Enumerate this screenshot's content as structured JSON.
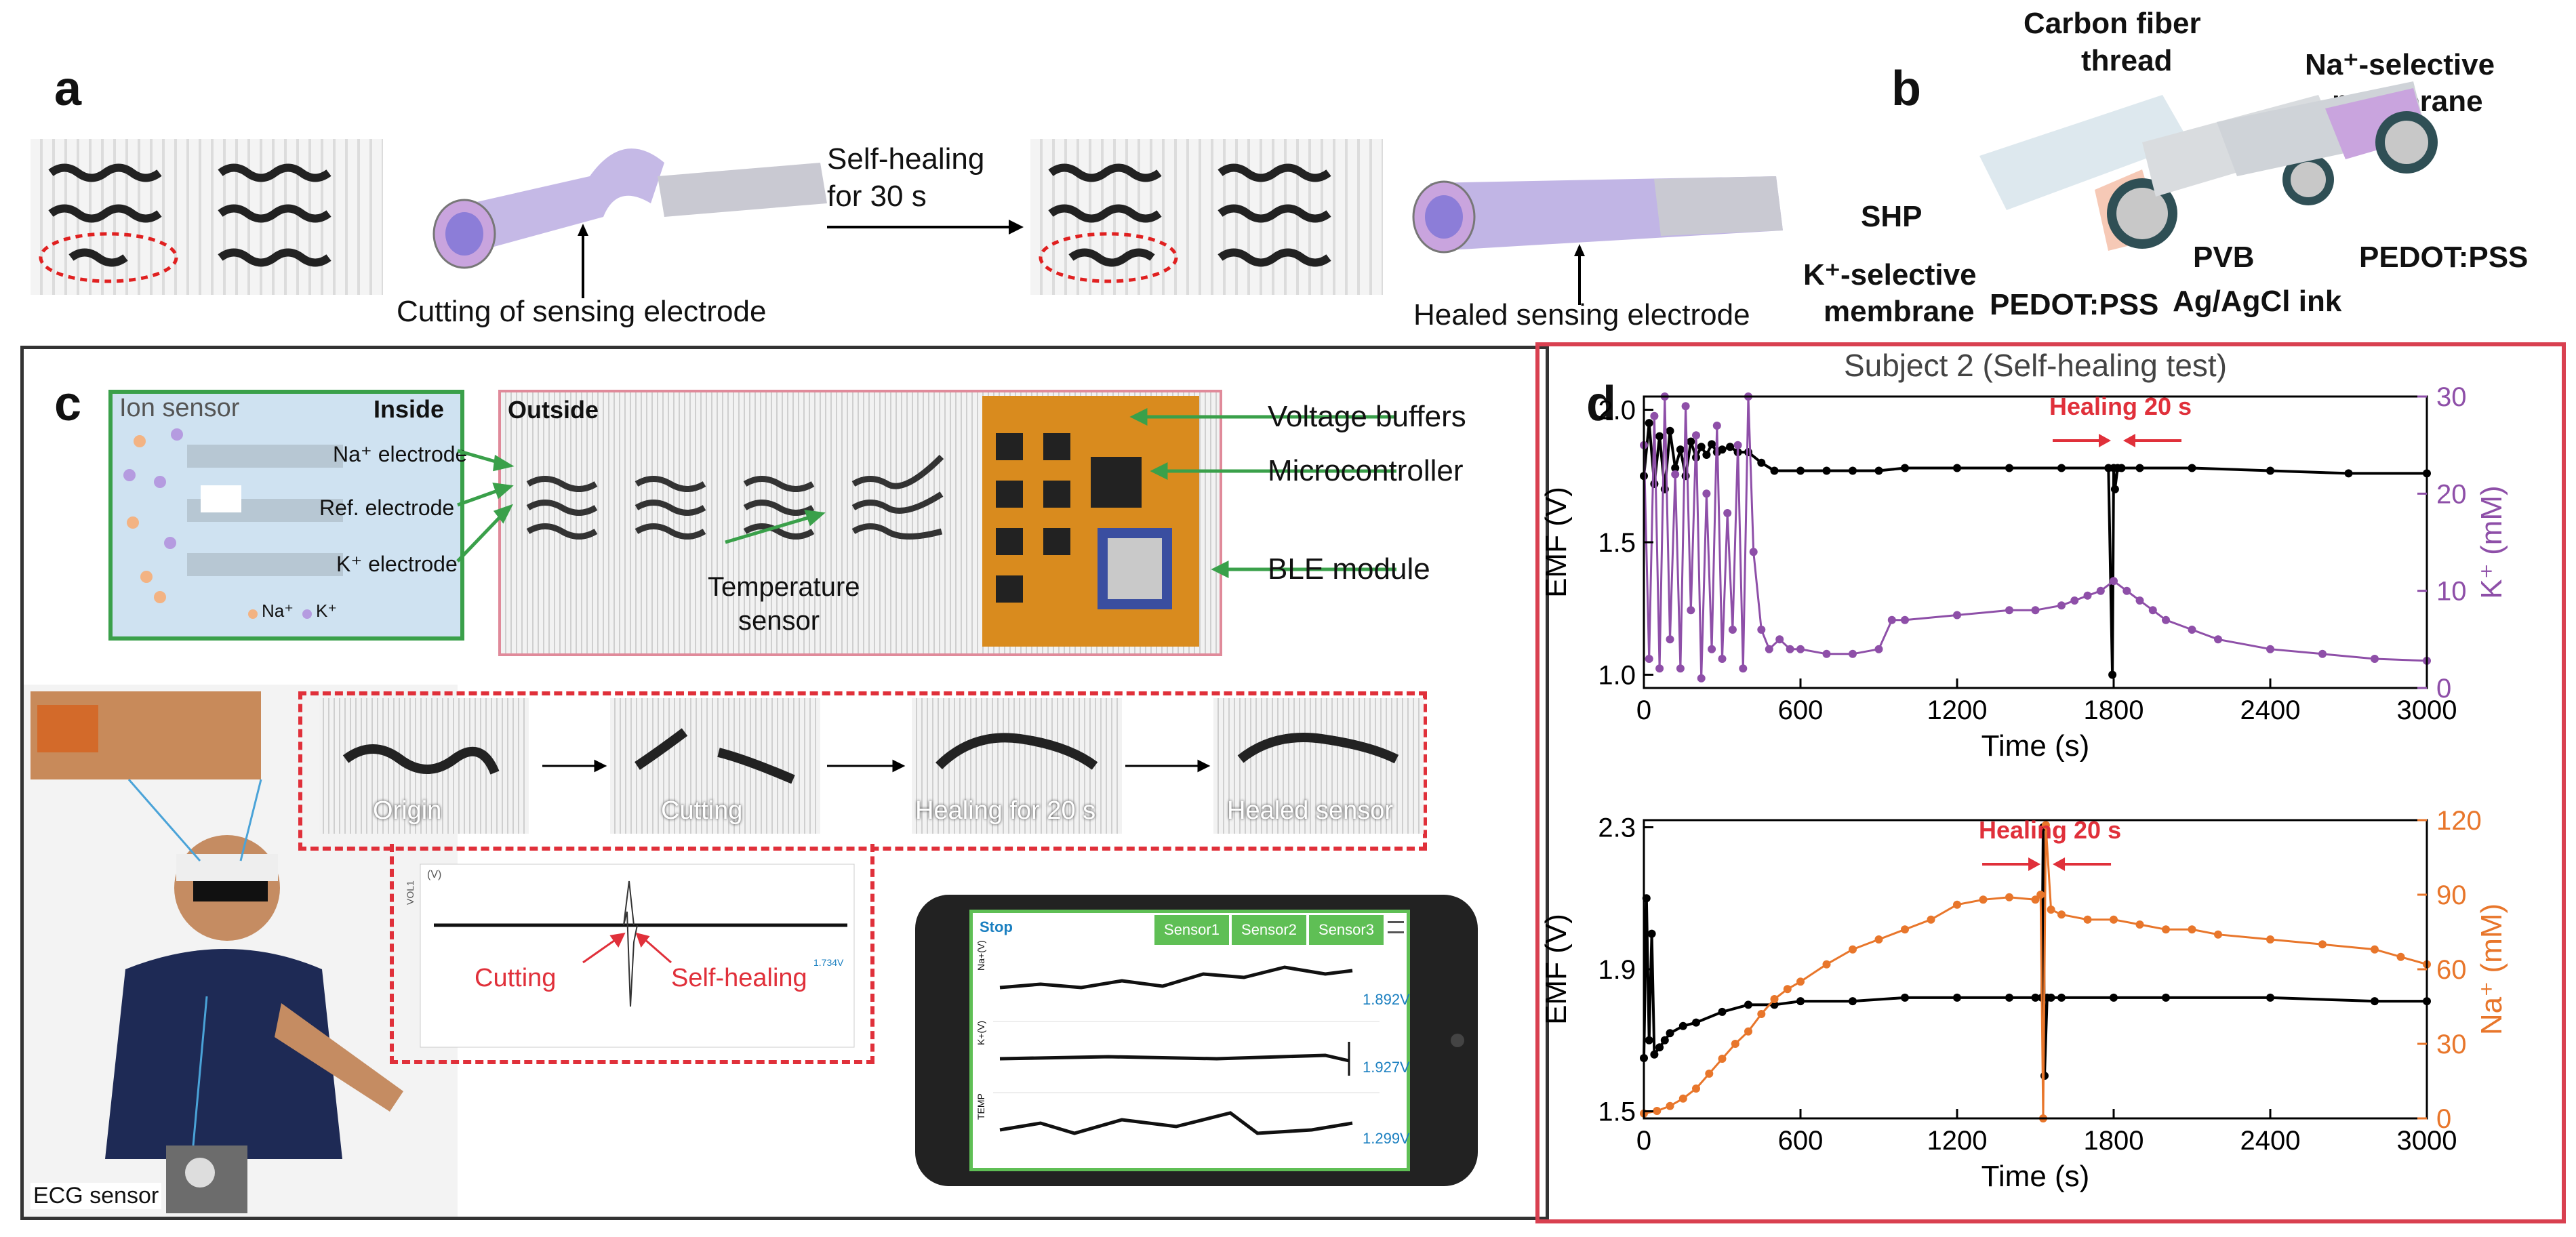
{
  "panel_a": {
    "label": "a",
    "caption_cut": "Cutting of sensing electrode",
    "arrow_text_line1": "Self-healing",
    "arrow_text_line2": "for 30 s",
    "caption_healed": "Healed sensing electrode"
  },
  "panel_b": {
    "label": "b",
    "carbon_line1": "Carbon fiber",
    "carbon_line2": "thread",
    "na_line1": "Na⁺-selective",
    "na_line2": "membrane",
    "shp": "SHP",
    "k_line1": "K⁺-selective",
    "k_line2": "membrane",
    "pedot1": "PEDOT:PSS",
    "pvb": "PVB",
    "agcl": "Ag/AgCl ink",
    "pedot2": "PEDOT:PSS"
  },
  "panel_c": {
    "label": "c",
    "ion_sensor": "Ion sensor",
    "inside": "Inside",
    "outside": "Outside",
    "na_electrode": "Na⁺ electrode",
    "ref_electrode": "Ref. electrode",
    "k_electrode": "K⁺ electrode",
    "legend_na": "Na⁺",
    "legend_k": "K⁺",
    "voltage_buffers": "Voltage buffers",
    "microcontroller": "Microcontroller",
    "ble_module": "BLE module",
    "temp_line1": "Temperature",
    "temp_line2": "sensor",
    "steps": [
      "Origin",
      "Cutting",
      "Healing for 20 s",
      "Healed sensor"
    ],
    "inset_axis": "VOL1",
    "inset_unit": "(V)",
    "inset_cutting": "Cutting",
    "inset_healing": "Self-healing",
    "inset_value": "1.734V",
    "ecg": "ECG sensor",
    "phone": {
      "stop": "Stop",
      "sensors": [
        "Sensor1",
        "Sensor2",
        "Sensor3"
      ],
      "rows": [
        {
          "label": "Na+(V)",
          "value": "1.892V"
        },
        {
          "label": "K+(V)",
          "value": "1.927V"
        },
        {
          "label": "TEMP",
          "value": "1.299V"
        }
      ]
    }
  },
  "panel_d": {
    "label": "d"
  },
  "chart_data": [
    {
      "type": "line",
      "title": "Subject 2 (Self-healing test)",
      "xlabel": "Time (s)",
      "ylabel": "EMF (V)",
      "y2label": "K⁺ (mM)",
      "xlim": [
        0,
        3000
      ],
      "ylim": [
        0.95,
        2.05
      ],
      "y2lim": [
        0,
        30
      ],
      "xticks": [
        0,
        600,
        1200,
        1800,
        2400,
        3000
      ],
      "yticks": [
        1.0,
        1.5,
        2.0
      ],
      "y2ticks": [
        0,
        10,
        20,
        30
      ],
      "annotation": "Healing 20 s",
      "annotation_x": 1800,
      "series": [
        {
          "axis": "left",
          "color": "#000000",
          "x": [
            0,
            20,
            40,
            60,
            80,
            100,
            120,
            140,
            160,
            180,
            200,
            220,
            240,
            260,
            280,
            300,
            330,
            360,
            400,
            450,
            500,
            600,
            700,
            800,
            900,
            1000,
            1200,
            1400,
            1600,
            1780,
            1795,
            1800,
            1805,
            1815,
            1830,
            1900,
            2100,
            2400,
            2700,
            3000
          ],
          "y": [
            1.75,
            1.95,
            1.72,
            1.9,
            1.7,
            1.92,
            1.78,
            1.85,
            1.75,
            1.88,
            1.82,
            1.86,
            1.83,
            1.87,
            1.84,
            1.85,
            1.86,
            1.84,
            1.84,
            1.8,
            1.77,
            1.77,
            1.77,
            1.77,
            1.77,
            1.78,
            1.78,
            1.78,
            1.78,
            1.78,
            1.0,
            1.78,
            1.7,
            1.78,
            1.78,
            1.78,
            1.78,
            1.77,
            1.76,
            1.76
          ]
        },
        {
          "axis": "right",
          "color": "#8e4fa8",
          "x": [
            0,
            20,
            40,
            60,
            80,
            100,
            120,
            140,
            160,
            180,
            200,
            220,
            240,
            260,
            280,
            300,
            320,
            340,
            360,
            380,
            400,
            420,
            450,
            480,
            520,
            560,
            600,
            700,
            800,
            900,
            950,
            1000,
            1200,
            1400,
            1500,
            1600,
            1650,
            1700,
            1750,
            1800,
            1850,
            1900,
            1950,
            2000,
            2100,
            2200,
            2400,
            2600,
            2800,
            3000
          ],
          "y": [
            25,
            3,
            28,
            2,
            30,
            5,
            22,
            2,
            29,
            8,
            26,
            1,
            20,
            4,
            27,
            3,
            18,
            6,
            25,
            2,
            30,
            14,
            6,
            4,
            5,
            4,
            4,
            3.5,
            3.5,
            4,
            7,
            7,
            7.5,
            8,
            8,
            8.5,
            9,
            9.5,
            10,
            11,
            10,
            9,
            8,
            7,
            6,
            5,
            4,
            3.5,
            3,
            2.8
          ]
        }
      ]
    },
    {
      "type": "line",
      "xlabel": "Time (s)",
      "ylabel": "EMF (V)",
      "y2label": "Na⁺ (mM)",
      "xlim": [
        0,
        3000
      ],
      "ylim": [
        1.48,
        2.32
      ],
      "y2lim": [
        0,
        120
      ],
      "xticks": [
        0,
        600,
        1200,
        1800,
        2400,
        3000
      ],
      "yticks": [
        1.5,
        1.9,
        2.3
      ],
      "y2ticks": [
        0,
        30,
        60,
        90,
        120
      ],
      "annotation": "Healing 20 s",
      "annotation_x": 1530,
      "series": [
        {
          "axis": "left",
          "color": "#000000",
          "x": [
            0,
            10,
            20,
            30,
            40,
            60,
            80,
            100,
            150,
            200,
            300,
            400,
            500,
            600,
            800,
            1000,
            1200,
            1400,
            1500,
            1525,
            1530,
            1535,
            1545,
            1560,
            1600,
            1800,
            2000,
            2400,
            2800,
            3000
          ],
          "y": [
            1.65,
            2.1,
            1.7,
            2.0,
            1.66,
            1.68,
            1.7,
            1.72,
            1.74,
            1.75,
            1.78,
            1.8,
            1.8,
            1.81,
            1.81,
            1.82,
            1.82,
            1.82,
            1.82,
            1.82,
            2.3,
            1.6,
            1.82,
            1.82,
            1.82,
            1.82,
            1.82,
            1.82,
            1.81,
            1.81
          ]
        },
        {
          "axis": "right",
          "color": "#e8762b",
          "x": [
            0,
            50,
            100,
            150,
            200,
            250,
            300,
            350,
            400,
            450,
            500,
            550,
            600,
            700,
            800,
            900,
            1000,
            1100,
            1200,
            1300,
            1400,
            1500,
            1520,
            1530,
            1540,
            1560,
            1600,
            1700,
            1800,
            1900,
            2000,
            2100,
            2200,
            2400,
            2600,
            2800,
            2900,
            3000
          ],
          "y": [
            2,
            3,
            5,
            8,
            12,
            18,
            24,
            30,
            35,
            42,
            48,
            52,
            55,
            62,
            68,
            72,
            76,
            80,
            86,
            88,
            89,
            88,
            90,
            0,
            118,
            84,
            82,
            80,
            80,
            78,
            76,
            76,
            74,
            72,
            70,
            68,
            65,
            62
          ]
        }
      ]
    }
  ]
}
